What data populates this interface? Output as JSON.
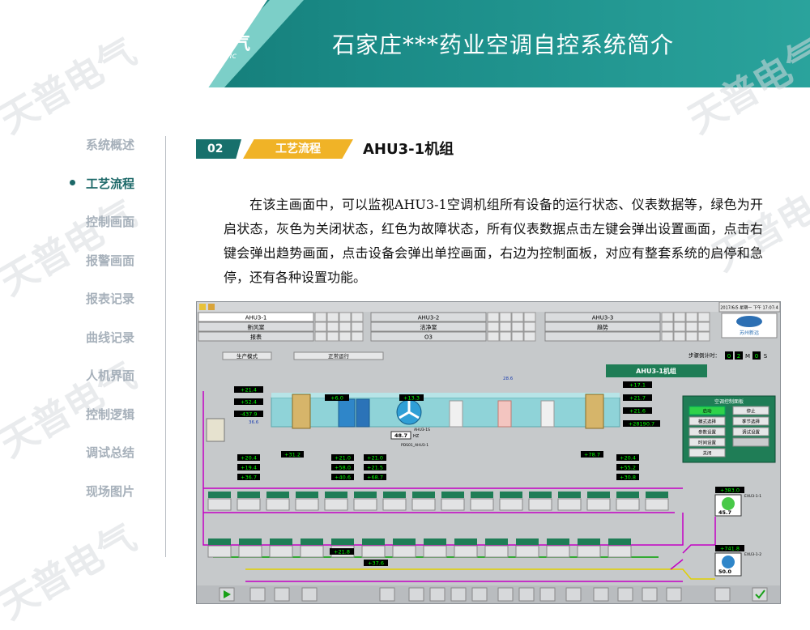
{
  "header": {
    "title": "石家庄***药业空调自控系统简介",
    "logo_cn": "天普电气",
    "logo_en": "TianPu Electric"
  },
  "sidebar": {
    "items": [
      {
        "label": "系统概述",
        "active": false
      },
      {
        "label": "工艺流程",
        "active": true
      },
      {
        "label": "控制画面",
        "active": false
      },
      {
        "label": "报警画面",
        "active": false
      },
      {
        "label": "报表记录",
        "active": false
      },
      {
        "label": "曲线记录",
        "active": false
      },
      {
        "label": "人机界面",
        "active": false
      },
      {
        "label": "控制逻辑",
        "active": false
      },
      {
        "label": "调试总结",
        "active": false
      },
      {
        "label": "现场图片",
        "active": false
      }
    ]
  },
  "section": {
    "number": "02",
    "tag": "工艺流程",
    "title": "AHU3-1机组"
  },
  "description": "在该主画面中，可以监视AHU3-1空调机组所有设备的运行状态、仪表数据等，绿色为开启状态，灰色为关闭状态，红色为故障状态，所有仪表数据点击左键会弹出设置画面，点击右键会弹出趋势画面，点击设备会弹出单控画面，右边为控制面板，对应有整套系统的启停和急停，还有各种设置功能。",
  "watermark": "天普电气",
  "hmi": {
    "tabs": [
      {
        "col1": "AHU3-1",
        "col2": "AHU3-2",
        "col3": "AHU3-3"
      },
      {
        "col1": "新风室",
        "col2": "洁净室",
        "col3": "趋势"
      },
      {
        "col1": "报表",
        "col2": "O3",
        "col3": ""
      }
    ],
    "datetime": "2017/6/5 星期一 下午 17:07:4",
    "company_logo": "苏州新远",
    "mode_label": "生产模式",
    "mode_status": "正常运行",
    "countdown_label": "步骤倒计时：",
    "countdown_values": [
      "0",
      "2",
      "M",
      "0",
      "S"
    ],
    "unit_title": "AHU3-1机组",
    "control_panel": {
      "title": "空调控制面板",
      "buttons": [
        "启动",
        "停止",
        "模式选择",
        "季节选择",
        "参数设置",
        "调试设置",
        "时间设置",
        "",
        "关闭"
      ]
    },
    "readings": {
      "r1": "+21.4",
      "r2": "+52.4",
      "r3": "-437.9",
      "fan_temp": "+6.0",
      "r4": "+13.3",
      "r5": "+17.1",
      "r6": "+21.7",
      "r7": "+21.6",
      "r8": "+28190.7",
      "fan_speed": "48.7",
      "b1": "+20.4",
      "b2": "+19.4",
      "b3": "+36.7",
      "b4": "+31.2",
      "b5": "+21.0",
      "b6": "+58.0",
      "b7": "+40.6",
      "b8": "+21.0",
      "b9": "+21.5",
      "b10": "+68.7",
      "b11": "+78.7",
      "b12": "+20.4",
      "b13": "+55.2",
      "b14": "+30.8",
      "exh1_val": "+383.0",
      "exh1_speed": "45.7",
      "exh2_val": "+741.8",
      "exh2_speed": "50.0",
      "low1": "+21.8",
      "low2": "+37.6"
    },
    "labels": {
      "fan_tag": "AHU3-1S",
      "pd_tag": "PDS01_AHU3-1",
      "exh1": "EXU3-1-1",
      "exh2": "EXU3-1-2",
      "hz": "HZ",
      "amb_label": "36.6",
      "amb_label2": "28.6"
    },
    "colors": {
      "pipe_magenta": "#c400c4",
      "pipe_green": "#00a000",
      "pipe_yellow": "#e0d000",
      "duct": "#8fd3d8",
      "value_green": "#00ff00",
      "value_bg": "#000000",
      "panel_green": "#1f7d56"
    }
  }
}
